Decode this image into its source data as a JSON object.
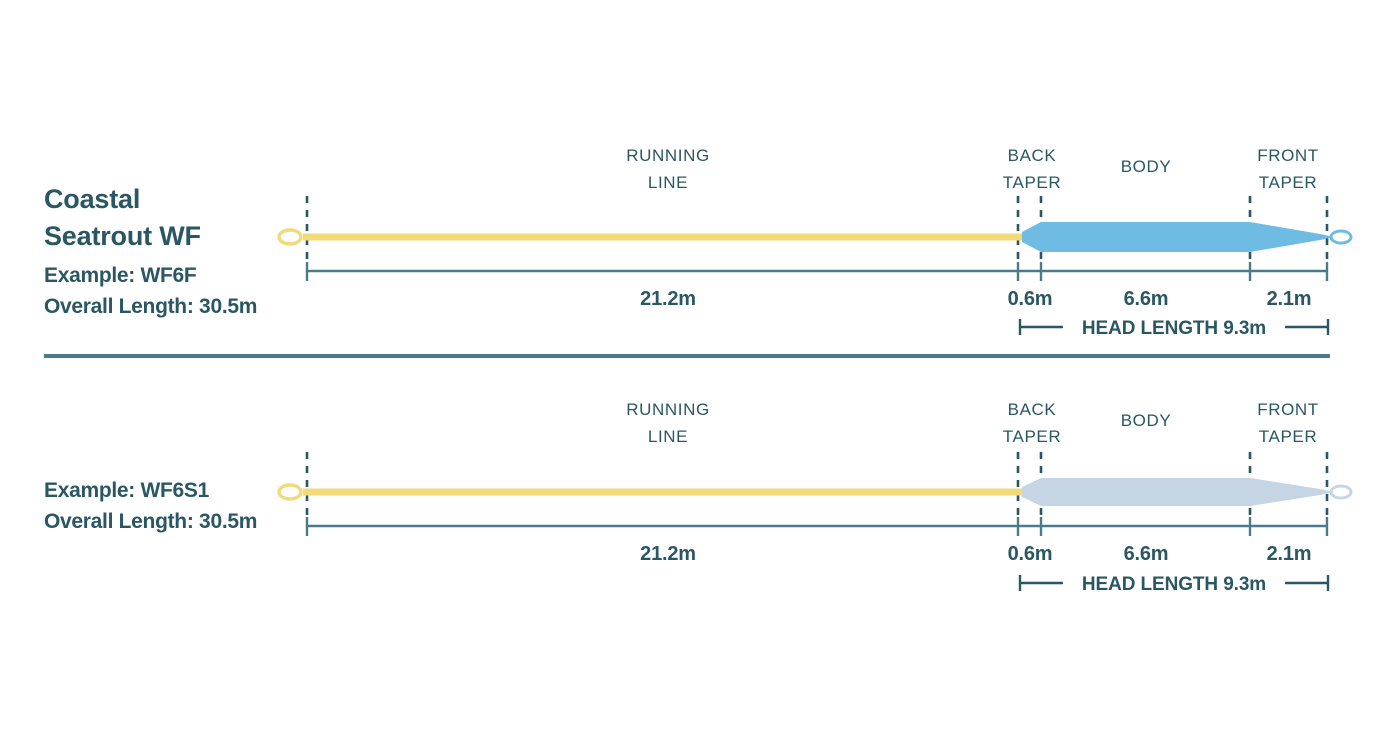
{
  "product": {
    "title_line1": "Coastal",
    "title_line2": "Seatrout WF"
  },
  "chart_data": {
    "type": "diagram",
    "title": "Coastal Seatrout WF",
    "subtype": "fly-line-taper-profile",
    "unit": "m",
    "xlabel": "",
    "ylabel": "",
    "segment_labels": [
      "RUNNING LINE",
      "BACK TAPER",
      "BODY",
      "FRONT TAPER"
    ],
    "panels": [
      {
        "id": "wf6f",
        "example_label": "Example: WF6F",
        "overall_label": "Overall Length: 30.5m",
        "overall_length": 30.5,
        "head_length_label": "HEAD LENGTH 9.3m",
        "head_length": 9.3,
        "head_color": "#6ebce4",
        "running_color": "#f2d97a",
        "segments": [
          {
            "name": "RUNNING LINE",
            "label_line1": "RUNNING",
            "label_line2": "LINE",
            "value": 21.2,
            "value_label": "21.2m"
          },
          {
            "name": "BACK TAPER",
            "label_line1": "BACK",
            "label_line2": "TAPER",
            "value": 0.6,
            "value_label": "0.6m"
          },
          {
            "name": "BODY",
            "label_line1": "BODY",
            "label_line2": "",
            "value": 6.6,
            "value_label": "6.6m"
          },
          {
            "name": "FRONT TAPER",
            "label_line1": "FRONT",
            "label_line2": "TAPER",
            "value": 2.1,
            "value_label": "2.1m"
          }
        ]
      },
      {
        "id": "wf6s1",
        "example_label": "Example: WF6S1",
        "overall_label": "Overall Length: 30.5m",
        "overall_length": 30.5,
        "head_length_label": "HEAD LENGTH 9.3m",
        "head_length": 9.3,
        "head_color": "#c6d5e3",
        "running_color": "#f2d97a",
        "segments": [
          {
            "name": "RUNNING LINE",
            "label_line1": "RUNNING",
            "label_line2": "LINE",
            "value": 21.2,
            "value_label": "21.2m"
          },
          {
            "name": "BACK TAPER",
            "label_line1": "BACK",
            "label_line2": "TAPER",
            "value": 0.6,
            "value_label": "0.6m"
          },
          {
            "name": "BODY",
            "label_line1": "BODY",
            "label_line2": "",
            "value": 6.6,
            "value_label": "6.6m"
          },
          {
            "name": "FRONT TAPER",
            "label_line1": "FRONT",
            "label_line2": "TAPER",
            "value": 2.1,
            "value_label": "2.1m"
          }
        ]
      }
    ],
    "colors": {
      "ink": "#2a5763",
      "axis": "#4a7b88",
      "running_line": "#f2d97a",
      "head_floating": "#6ebce4",
      "head_sinking": "#c6d5e3",
      "background": "#ffffff"
    }
  }
}
